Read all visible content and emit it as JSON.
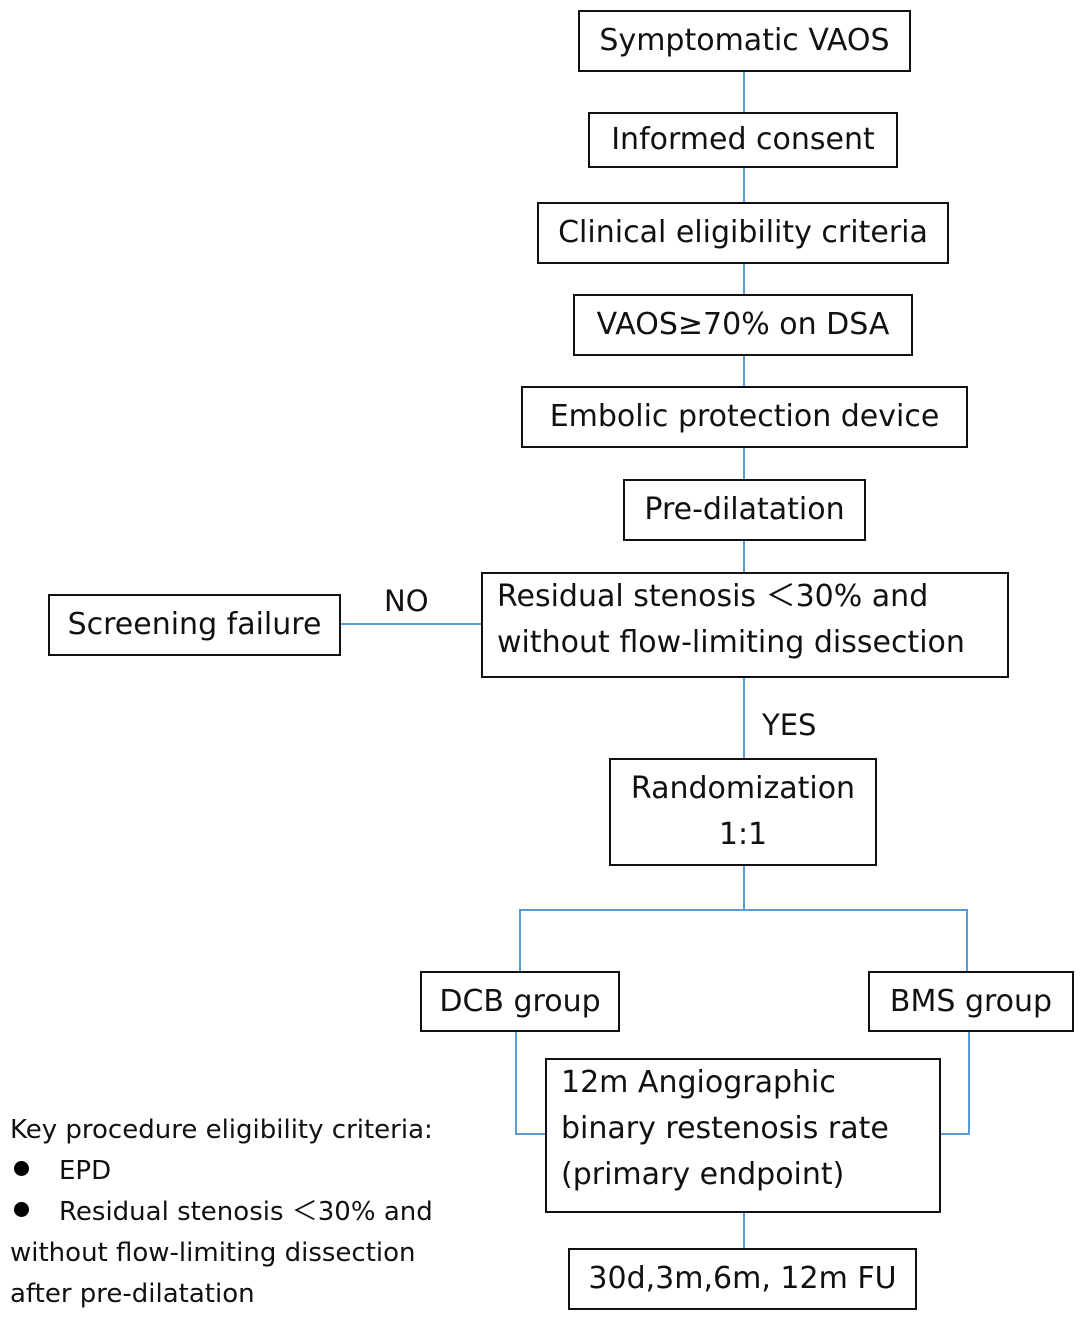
{
  "flow": {
    "symptomatic": "Symptomatic VAOS",
    "consent": "Informed consent",
    "clinical": "Clinical eligibility criteria",
    "vaos_dsa": "VAOS≥70% on DSA",
    "epd_box": "Embolic protection device",
    "predilatation": "Pre-dilatation",
    "residual_line1": "Residual stenosis ＜30% and",
    "residual_line2": "without flow-limiting dissection",
    "screening_failure": "Screening failure",
    "no_label": "NO",
    "yes_label": "YES",
    "randomization_line1": "Randomization",
    "randomization_line2": "1:1",
    "dcb": "DCB group",
    "bms": "BMS group",
    "endpoint_line1": "12m Angiographic",
    "endpoint_line2": "binary restenosis rate",
    "endpoint_line3": "(primary endpoint)",
    "followup": "30d,3m,6m, 12m FU"
  },
  "key": {
    "title": "Key procedure eligibility criteria:",
    "items": [
      "EPD",
      "Residual stenosis ＜30% and"
    ],
    "continuation": [
      "without flow-limiting dissection",
      "after pre-dilatation"
    ]
  },
  "colors": {
    "connector": "#5b9bd5",
    "border": "#111111"
  }
}
